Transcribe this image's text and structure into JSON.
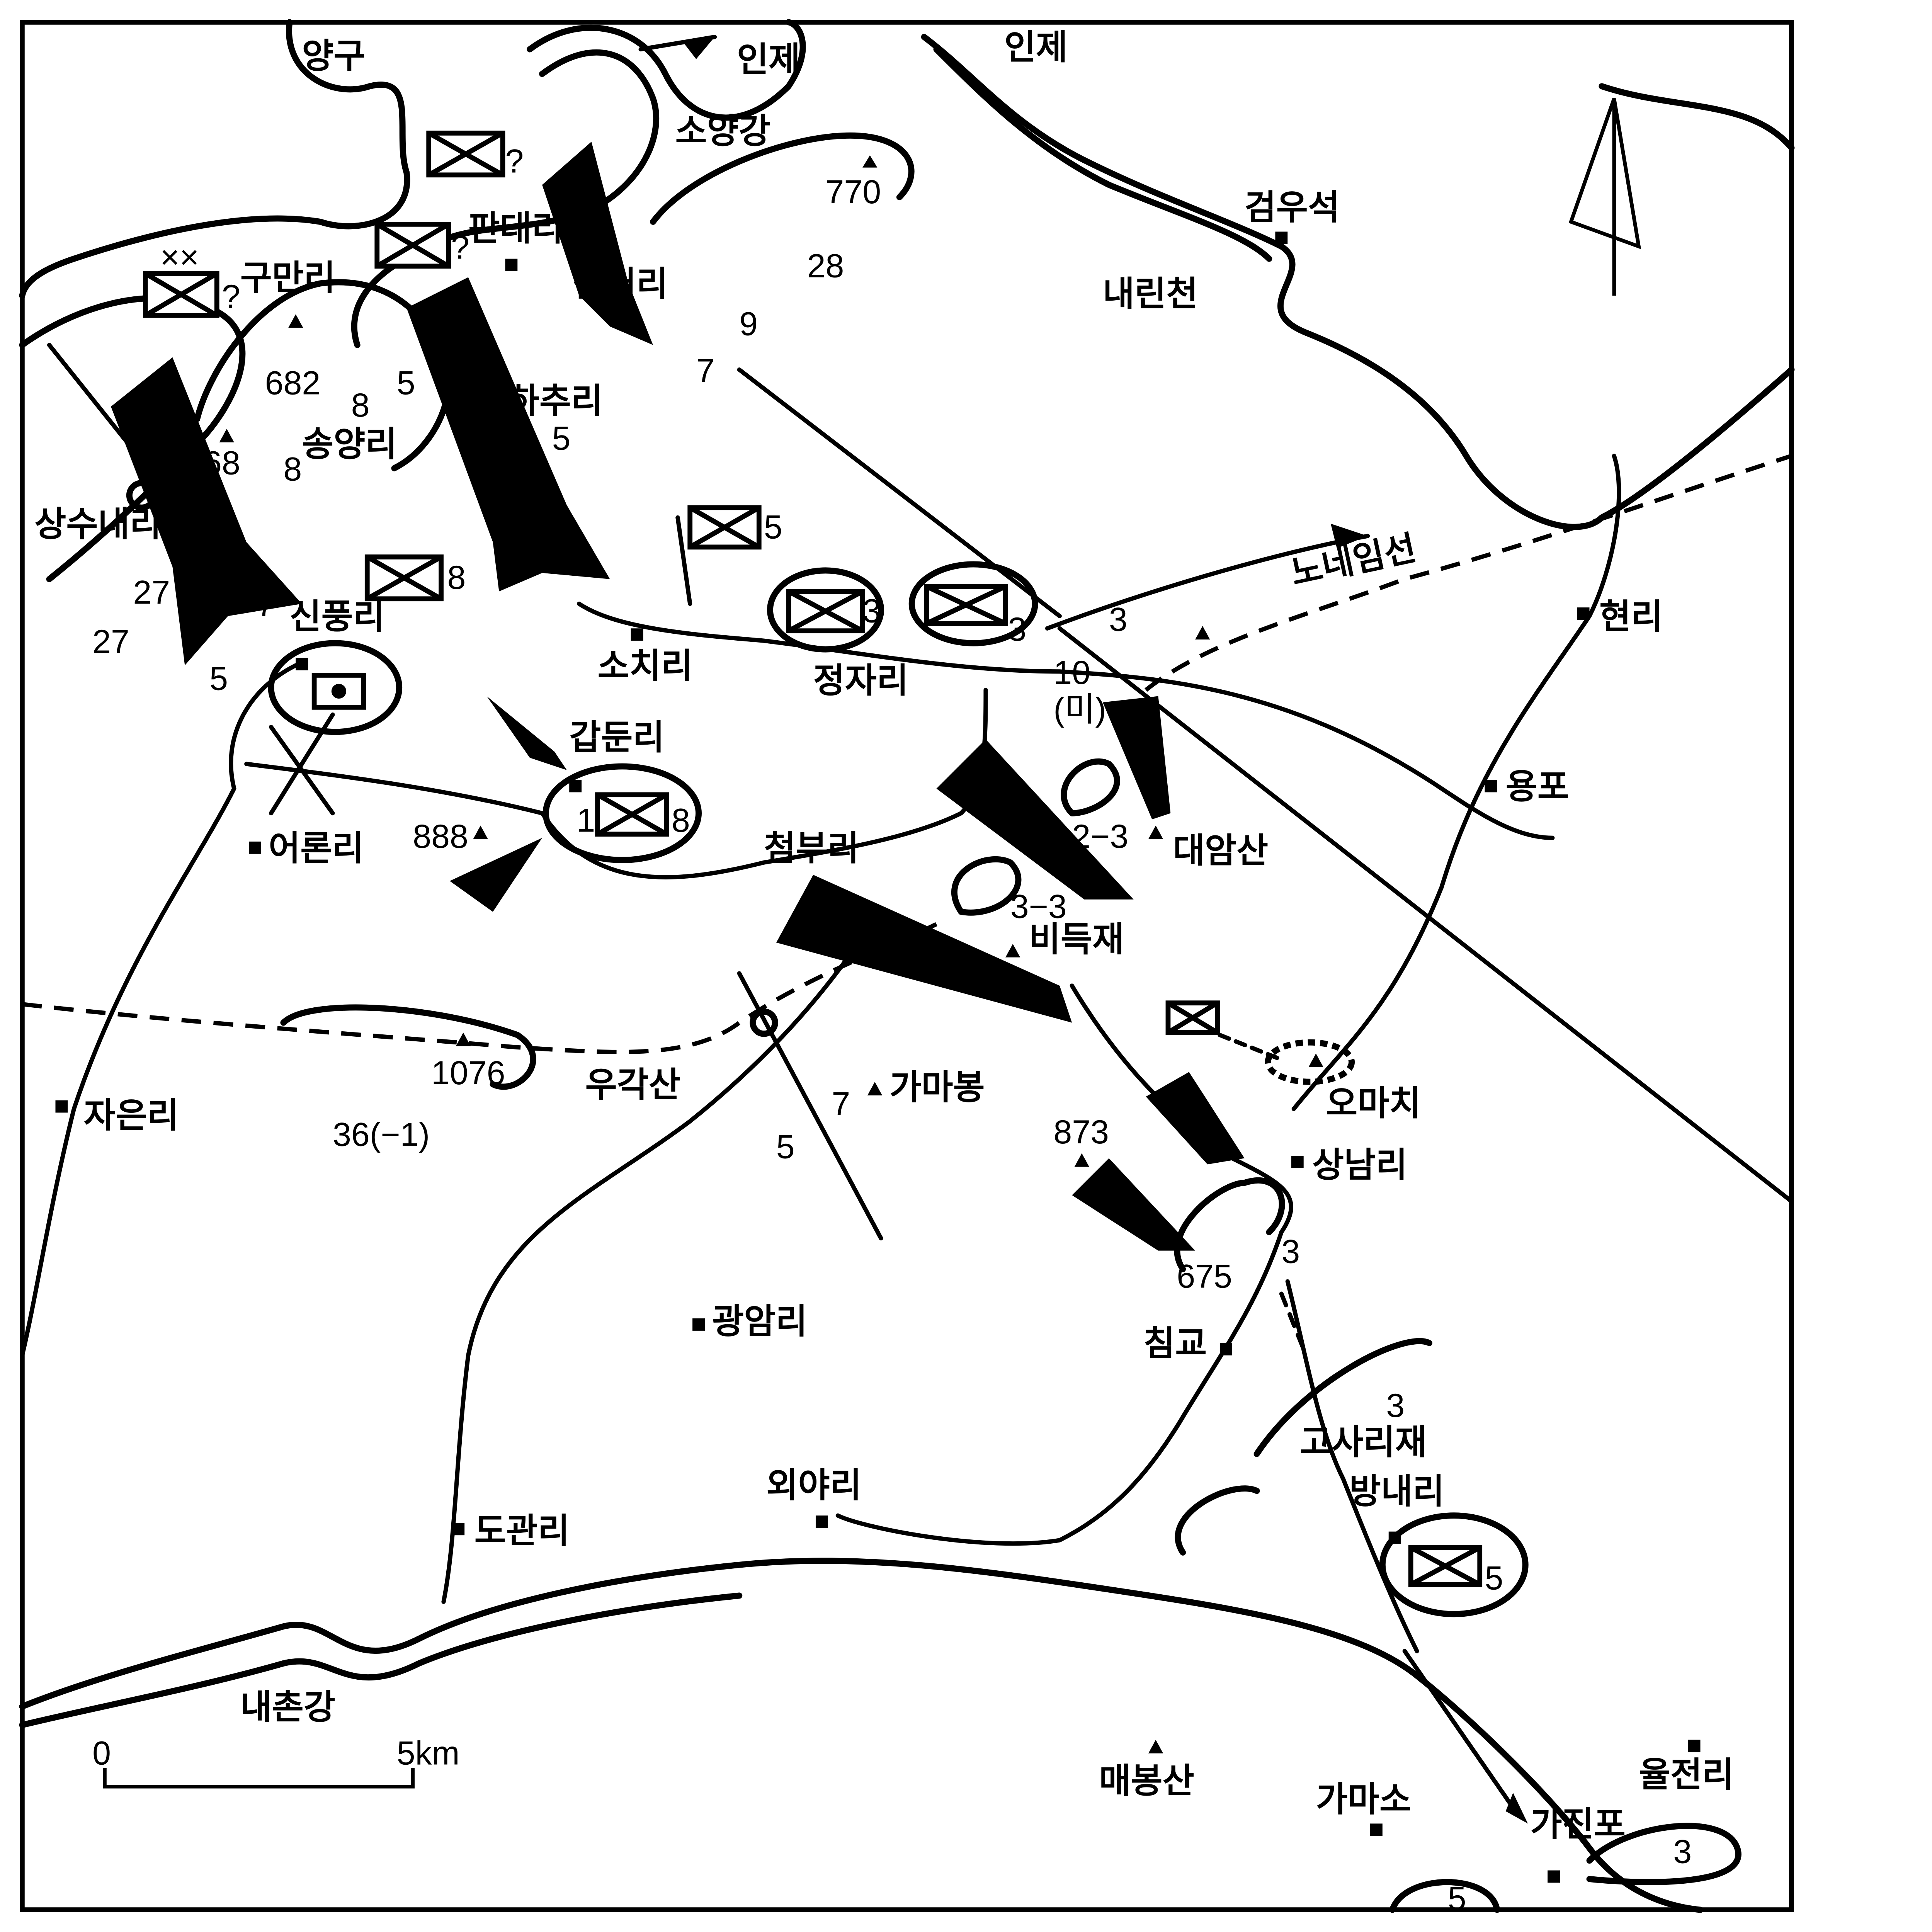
{
  "map": {
    "colors": {
      "ink": "#000000",
      "paper": "#ffffff"
    },
    "places": {
      "yanggu": "양구",
      "inje_1": "인제",
      "inje_2": "인제",
      "soyanggang": "소양강",
      "geomuseok": "검우석",
      "naerincheon": "내린천",
      "gumanri": "구만리",
      "pandaeri": "판대리",
      "samgeori": "삼거리",
      "hachuri": "하추리",
      "songyangri": "송양리",
      "sangsunaeri": "상수내리",
      "sinpungri": "신풍리",
      "sochiri": "소치리",
      "jeongjari": "정자리",
      "nonemseon": "노네임선",
      "hyeonri": "현리",
      "gapdunri": "갑둔리",
      "eoronri": "어론리",
      "cheombu ri": "첨부리",
      "yongpo": "용포",
      "daeamsan": "대암산",
      "bideukjae": "비득재",
      "uGaksan": "우각산",
      "gamabong": "가마봉",
      "jaeunri": "자은리",
      "omachi": "오마치",
      "sangnamri": "상남리",
      "chimgyo": "침교",
      "gwangamri": "광암리",
      "gosarijae": "고사리재",
      "bangnaeri": "방내리",
      "oeyari": "외야리",
      "dogwanri": "도관리",
      "naechongang": "내촌강",
      "maebongsan": "매봉산",
      "gamaso": "가마소",
      "yuljeonri": "율전리",
      "gajinpo": "가진포"
    },
    "elevations": [
      "770",
      "682",
      "68",
      "888",
      "1076",
      "873",
      "675"
    ],
    "unit_labels": {
      "u28": "28",
      "u9": "9",
      "u7a": "7",
      "u5a": "5",
      "u8a": "8",
      "u8b": "8",
      "u5b": "5",
      "u27a": "27",
      "u27b": "27",
      "u7b": "7",
      "u5c": "5",
      "u8c": "8",
      "u5d": "5",
      "u3a": "3",
      "u3b": "3",
      "u3c": "3",
      "u10": "10",
      "u_mi": "(미)",
      "u1": "1",
      "u8d": "8",
      "u23": "2−3",
      "u33": "3−3",
      "u36": "36(−1)",
      "u7c": "7",
      "u5e": "5",
      "u3d": "3",
      "u3e": "3",
      "u5f": "5",
      "u3f": "3",
      "u5g": "5",
      "xx": "××",
      "q1": "?",
      "q2": "?",
      "q3": "?"
    },
    "scale": {
      "zero": "0",
      "five": "5km"
    },
    "north_arrow": "north-arrow-icon"
  }
}
